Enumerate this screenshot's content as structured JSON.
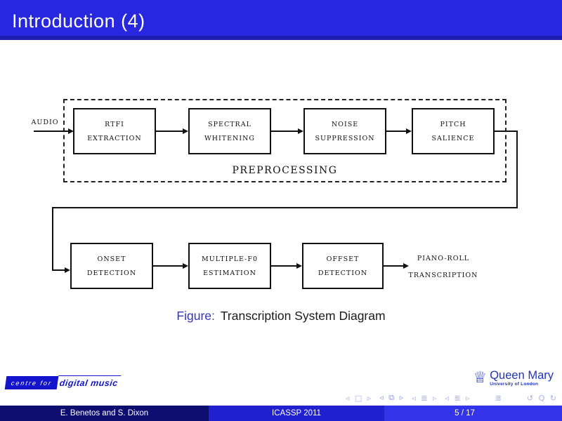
{
  "header": {
    "title": "Introduction (4)"
  },
  "diagram": {
    "input_label": "AUDIO",
    "preprocessing_label": "PREPROCESSING",
    "row1": [
      {
        "line1": "RTFI",
        "line2": "EXTRACTION"
      },
      {
        "line1": "SPECTRAL",
        "line2": "WHITENING"
      },
      {
        "line1": "NOISE",
        "line2": "SUPPRESSION"
      },
      {
        "line1": "PITCH",
        "line2": "SALIENCE"
      }
    ],
    "row2": [
      {
        "line1": "ONSET",
        "line2": "DETECTION"
      },
      {
        "line1": "MULTIPLE-F0",
        "line2": "ESTIMATION"
      },
      {
        "line1": "OFFSET",
        "line2": "DETECTION"
      }
    ],
    "output_label": {
      "line1": "PIANO-ROLL",
      "line2": "TRANSCRIPTION"
    }
  },
  "caption": {
    "prefix": "Figure:",
    "text": "Transcription System Diagram"
  },
  "logos": {
    "c4dm": {
      "box_text": "centre for",
      "text": "digital music"
    },
    "queen_mary": {
      "crown_icon": "queen-crown",
      "name": "Queen Mary",
      "subtitle": "University of London"
    }
  },
  "navigation": {
    "groups": [
      "◃ □ ▹",
      "◃ ⧉ ▹",
      "◃ ≣ ▹",
      "◃ ≣ ▹",
      "≣",
      "↺ Q ↻"
    ]
  },
  "footer": {
    "authors": "E. Benetos and S. Dixon",
    "conference": "ICASSP 2011",
    "page": "5 / 17"
  },
  "colors": {
    "header_blue": "#2727df",
    "footer_dark_navy": "#0d0d70",
    "footer_mid_blue": "#2020cf",
    "footer_bright_blue": "#3333ea",
    "figure_label_blue": "#3333cc",
    "logo_blue": "#1414cc",
    "qmul_blue": "#2233bb",
    "nav_symbol_color": "#a9b0ec"
  }
}
